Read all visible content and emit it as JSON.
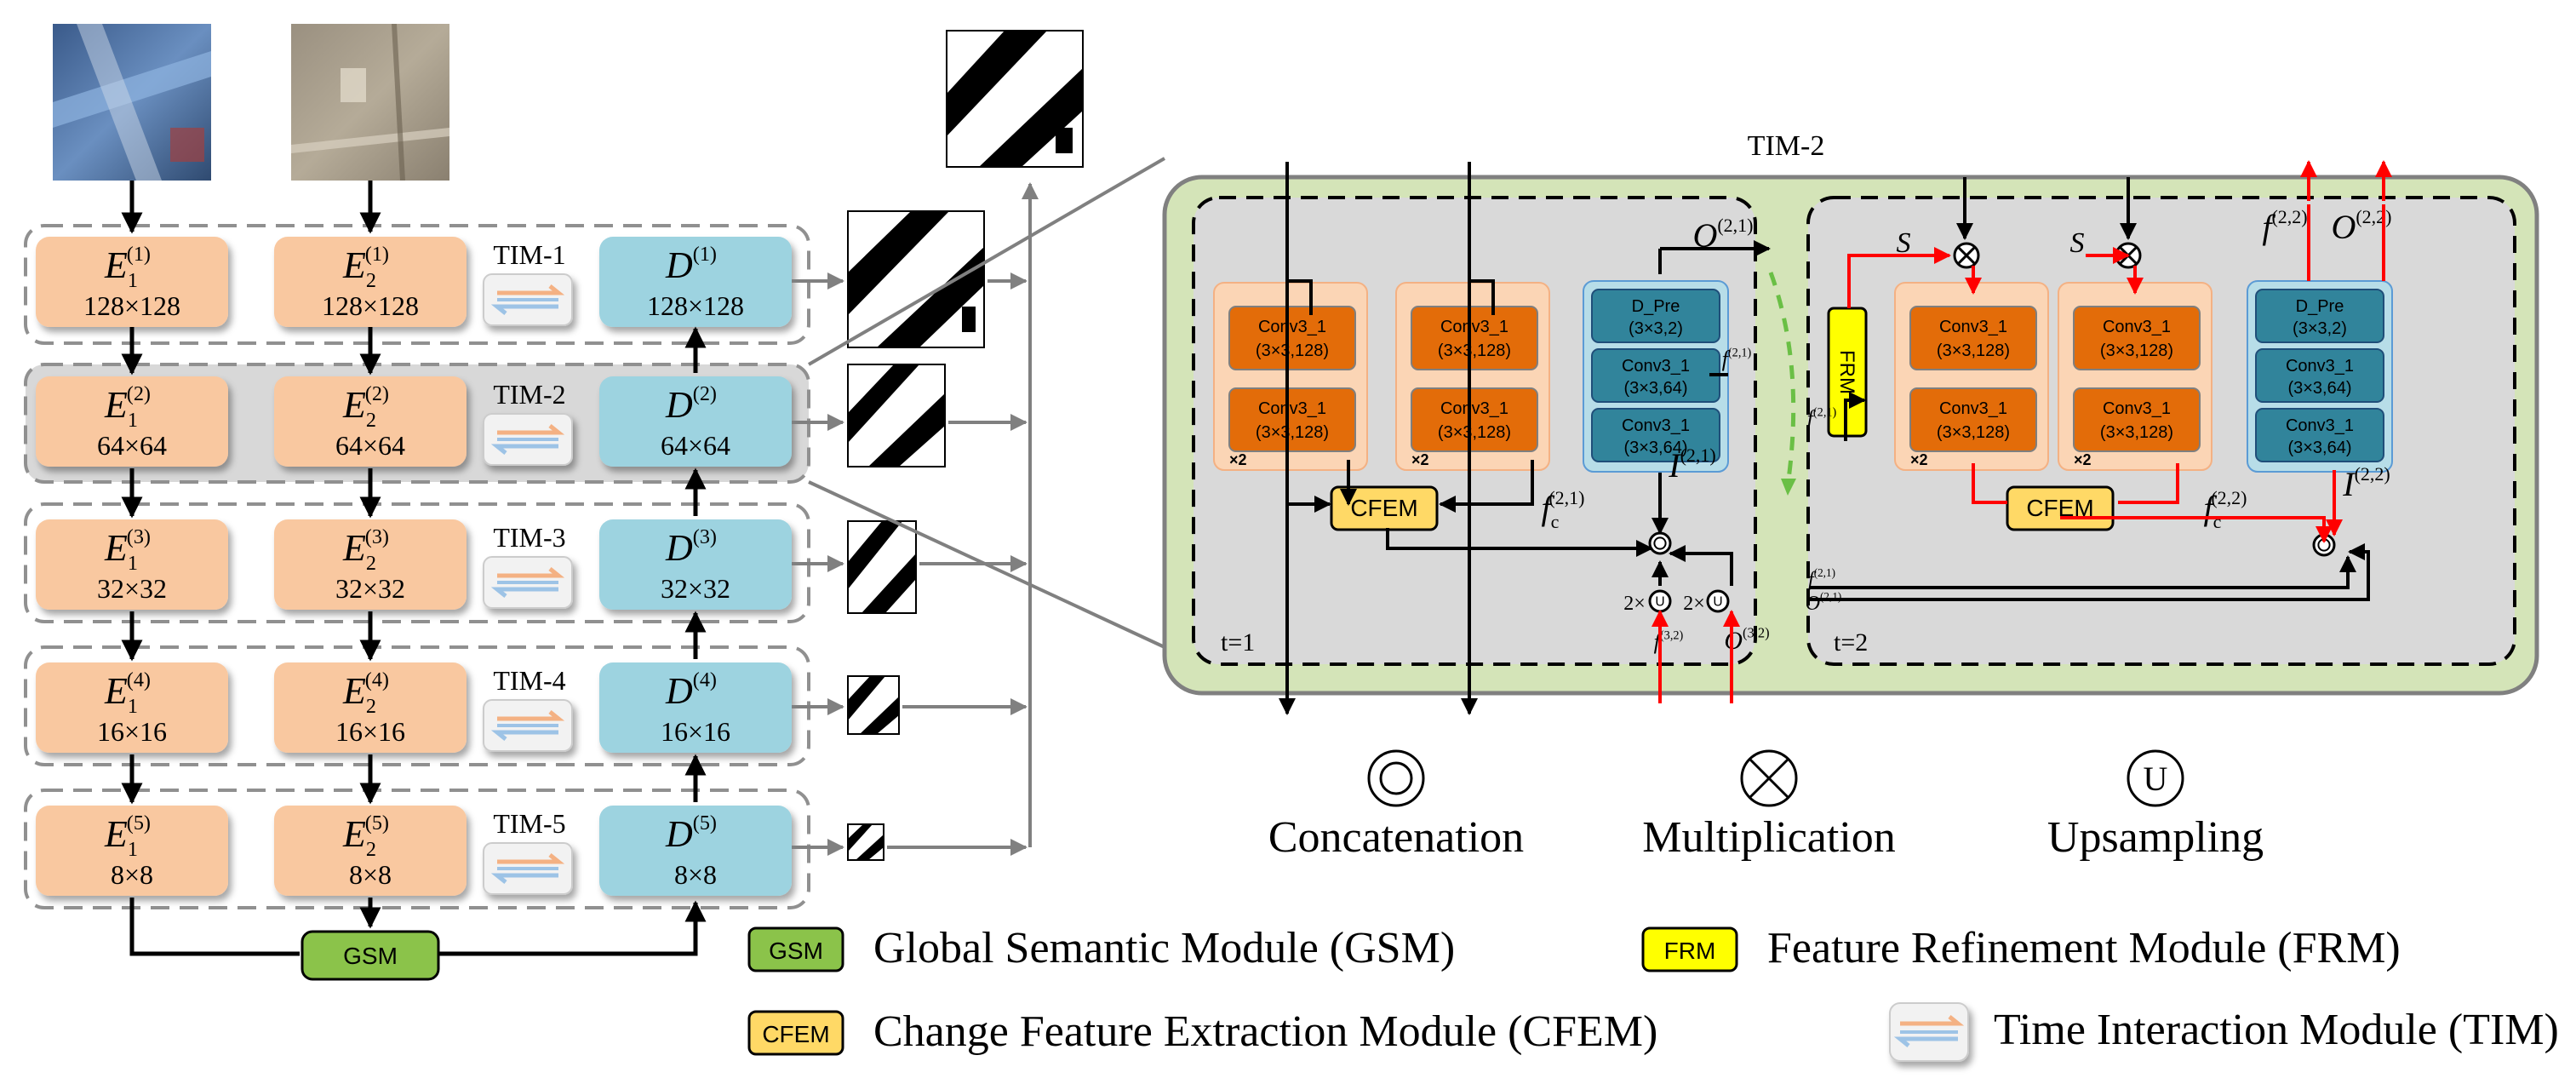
{
  "encoder_rows": [
    {
      "e1": "E",
      "e1_sub": "1",
      "e1_sup": "(1)",
      "e2": "E",
      "e2_sub": "2",
      "e2_sup": "(1)",
      "size": "128×128",
      "tim": "TIM-1",
      "d": "D",
      "d_sup": "(1)",
      "d_size": "128×128"
    },
    {
      "e1": "E",
      "e1_sub": "1",
      "e1_sup": "(2)",
      "e2": "E",
      "e2_sub": "2",
      "e2_sup": "(2)",
      "size": "64×64",
      "tim": "TIM-2",
      "d": "D",
      "d_sup": "(2)",
      "d_size": "64×64"
    },
    {
      "e1": "E",
      "e1_sub": "1",
      "e1_sup": "(3)",
      "e2": "E",
      "e2_sub": "2",
      "e2_sup": "(3)",
      "size": "32×32",
      "tim": "TIM-3",
      "d": "D",
      "d_sup": "(3)",
      "d_size": "32×32"
    },
    {
      "e1": "E",
      "e1_sub": "1",
      "e1_sup": "(4)",
      "e2": "E",
      "e2_sub": "2",
      "e2_sup": "(4)",
      "size": "16×16",
      "tim": "TIM-4",
      "d": "D",
      "d_sup": "(4)",
      "d_size": "16×16"
    },
    {
      "e1": "E",
      "e1_sub": "1",
      "e1_sup": "(5)",
      "e2": "E",
      "e2_sub": "2",
      "e2_sup": "(5)",
      "size": "8×8",
      "tim": "TIM-5",
      "d": "D",
      "d_sup": "(5)",
      "d_size": "8×8"
    }
  ],
  "gsm_label": "GSM",
  "tim_detail": {
    "title": "TIM-2",
    "t1_label": "t=1",
    "t2_label": "t=2",
    "conv_a": "Conv3_1",
    "conv_a_spec": "(3×3,128)",
    "conv_b": "Conv3_1",
    "conv_b_spec": "(3×3,64)",
    "dpre": "D_Pre",
    "dpre_spec": "(3×3,2)",
    "times2": "×2",
    "cfem": "CFEM",
    "frm": "FRM",
    "s": "S",
    "o21": "O",
    "o21_sup": "(2,1)",
    "f21": "f",
    "f21_sup": "(2,1)",
    "fc21": "f",
    "fc21_sub": "c",
    "fc21_sup": "(2,1)",
    "i21": "I",
    "i21_sup": "(2,1)",
    "f32": "f",
    "f32_sup": "(3,2)",
    "o32": "O",
    "o32_sup": "(3,2)",
    "up2": "2×",
    "f22": "f",
    "f22_sup": "(2,2)",
    "o22": "O",
    "o22_sup": "(2,2)",
    "fc22": "f",
    "fc22_sub": "c",
    "fc22_sup": "(2,2)",
    "i22": "I",
    "i22_sup": "(2,2)",
    "f21b": "f",
    "f21b_sup": "(2,1)",
    "o21b": "O",
    "o21b_sup": "(2,1)",
    "f21c": "f",
    "f21c_sup": "(2,1)"
  },
  "symbols": [
    {
      "glyph": "concat",
      "label": "Concatenation"
    },
    {
      "glyph": "multiply",
      "label": "Multiplication"
    },
    {
      "glyph": "upsample",
      "label": "Upsampling"
    }
  ],
  "legend": [
    {
      "key": "GSM",
      "label": "Global Semantic Module (GSM)",
      "color": "#8bc34a"
    },
    {
      "key": "FRM",
      "label": "Feature Refinement Module (FRM)",
      "color": "#ffff00"
    },
    {
      "key": "CFEM",
      "label": "Change Feature Extraction Module (CFEM)",
      "color": "#ffd966"
    },
    {
      "key": "TIM",
      "label": "Time Interaction Module (TIM)",
      "color": "#eeeeee"
    }
  ],
  "colors": {
    "encoder": "#f9c8a0",
    "decoder": "#9dd3e0",
    "panel": "#d4e4b8",
    "conv_orange": "#e36c09",
    "conv_teal": "#31849b",
    "red_arrow": "#ff0000"
  }
}
